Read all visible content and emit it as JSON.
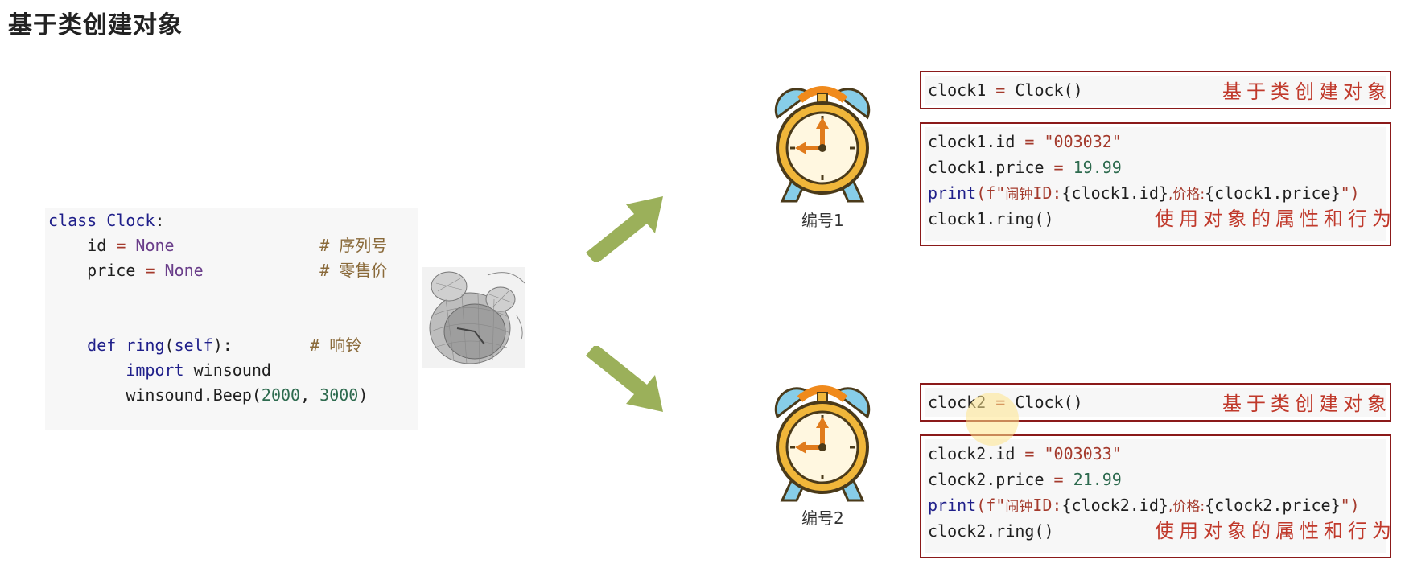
{
  "title": "基于类创建对象",
  "class_code": {
    "l1_kw": "class",
    "l1_name": "Clock",
    "l1_colon": ":",
    "l2_name": "id",
    "l2_eq": "=",
    "l2_val": "None",
    "l2_comment_hash": "#",
    "l2_comment": "序列号",
    "l3_name": "price",
    "l3_eq": "=",
    "l3_val": "None",
    "l3_comment_hash": "#",
    "l3_comment": "零售价",
    "l4_kw": "def",
    "l4_name": "ring",
    "l4_args_open": "(",
    "l4_self": "self",
    "l4_args_close": "):",
    "l4_comment_hash": "#",
    "l4_comment": "响铃",
    "l5_kw": "import",
    "l5_mod": "winsound",
    "l6_call": "winsound.Beep(",
    "l6_a": "2000",
    "l6_sep": ", ",
    "l6_b": "3000",
    "l6_close": ")"
  },
  "clock1": {
    "label": "编号1",
    "create_code_var": "clock1",
    "create_code_eq": " = ",
    "create_code_call": "Clock()",
    "create_note": "基于类创建对象",
    "id_lhs": "clock1.id",
    "id_eq": " = ",
    "id_val": "\"003032\"",
    "price_lhs": "clock1.price",
    "price_eq": " = ",
    "price_val": "19.99",
    "print_fn": "print",
    "print_open": "(f\"",
    "print_t1": "闹钟",
    "print_t2": "ID:",
    "print_expr1": "{clock1.id}",
    "print_t3": ",价格:",
    "print_expr2": "{clock1.price}",
    "print_close": "\")",
    "ring_call": "clock1.ring()",
    "use_note": "使用对象的属性和行为"
  },
  "clock2": {
    "label": "编号2",
    "create_code_var": "clock2",
    "create_code_eq": " = ",
    "create_code_call": "Clock()",
    "create_note": "基于类创建对象",
    "id_lhs": "clock2.id",
    "id_eq": " = ",
    "id_val": "\"003033\"",
    "price_lhs": "clock2.price",
    "price_eq": " = ",
    "price_val": "21.99",
    "print_fn": "print",
    "print_open": "(f\"",
    "print_t1": "闹钟",
    "print_t2": "ID:",
    "print_expr1": "{clock2.id}",
    "print_t3": ",价格:",
    "print_expr2": "{clock2.price}",
    "print_close": "\")",
    "ring_call": "clock2.ring()",
    "use_note": "使用对象的属性和行为"
  },
  "colors": {
    "arrow": "#9bb05a",
    "box_border": "#8b1a1a",
    "note": "#c0392b",
    "clock_bell": "#87cde8",
    "clock_body": "#f0b63a",
    "clock_hand": "#e07b1c"
  }
}
